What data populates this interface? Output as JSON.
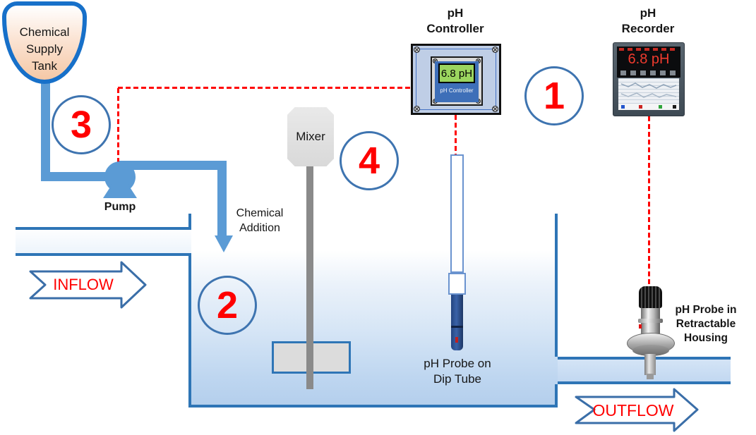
{
  "supply_tank": {
    "label": "Chemical\nSupply\nTank"
  },
  "pump": {
    "label": "Pump"
  },
  "chemical_addition": {
    "label": "Chemical\nAddition"
  },
  "mixer": {
    "label": "Mixer"
  },
  "inflow": {
    "label": "INFLOW"
  },
  "outflow": {
    "label": "OUTFLOW"
  },
  "ph_controller": {
    "title": "pH\nController",
    "display": "6.8 pH",
    "panel_label": "pH Controller"
  },
  "ph_recorder": {
    "title": "pH\nRecorder",
    "display": "6.8 pH"
  },
  "dip_probe": {
    "label": "pH Probe on\nDip Tube"
  },
  "retractable_probe": {
    "label": "pH Probe in\nRetractable\nHousing"
  },
  "callouts": {
    "c1": "1",
    "c2": "2",
    "c3": "3",
    "c4": "4"
  },
  "colors": {
    "pipe_blue": "#5B9BD5",
    "tank_wall_blue": "#2E75B6",
    "supply_tank_border": "#1770C9",
    "signal_dash_red": "#FF0000",
    "callout_number_red": "#FF0000",
    "controller_display_green": "#9BD55F",
    "recorder_display_red": "#F03B2E",
    "flow_text_red": "#FF0000"
  }
}
